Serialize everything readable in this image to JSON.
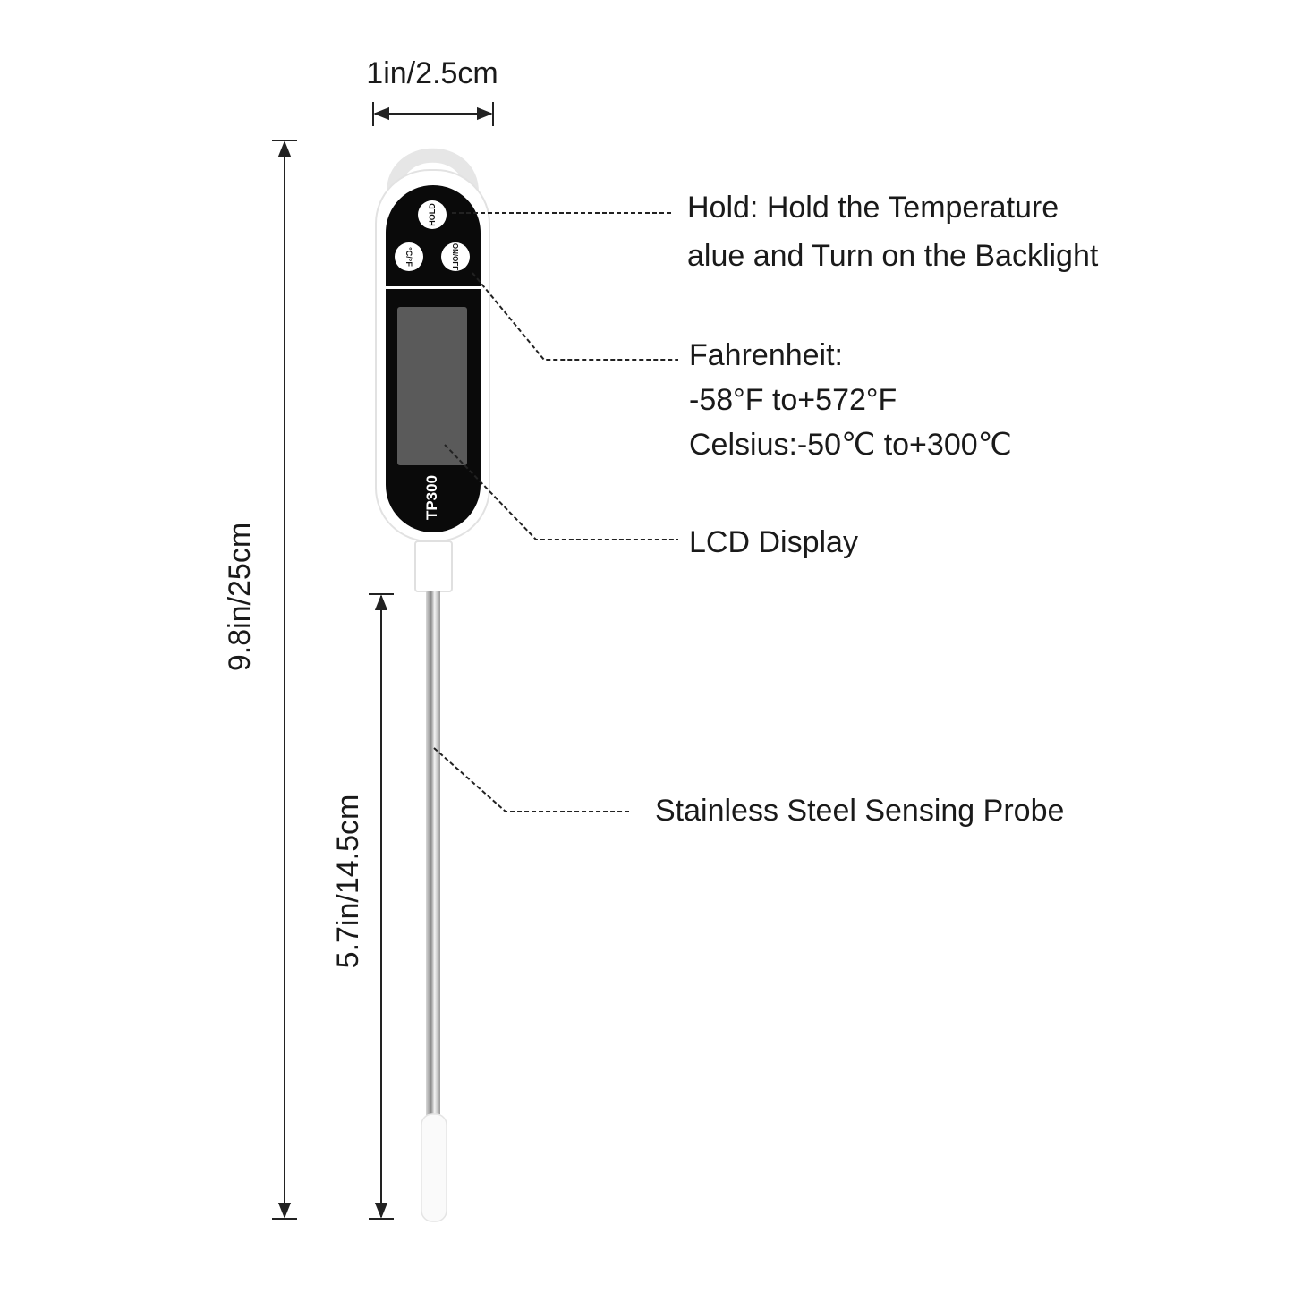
{
  "dimensions": {
    "width": "1in/2.5cm",
    "total_length": "9.8in/25cm",
    "probe_length": "5.7in/14.5cm"
  },
  "device": {
    "model": "TP300",
    "buttons": {
      "hold": "HOLD",
      "unit": "°C/°F",
      "power": "ON/OFF"
    }
  },
  "callouts": {
    "hold": {
      "line1": "Hold: Hold the Temperature",
      "line2": "alue and Turn on the Backlight"
    },
    "range": {
      "line1": "Fahrenheit:",
      "line2": "-58°F to+572°F",
      "line3": "Celsius:-50℃ to+300℃"
    },
    "lcd": "LCD Display",
    "probe": "Stainless Steel Sensing Probe"
  },
  "colors": {
    "body": "#ffffff",
    "face": "#0a0a0a",
    "lcd": "#5a5a5a",
    "probe": "#b8b8b8"
  }
}
